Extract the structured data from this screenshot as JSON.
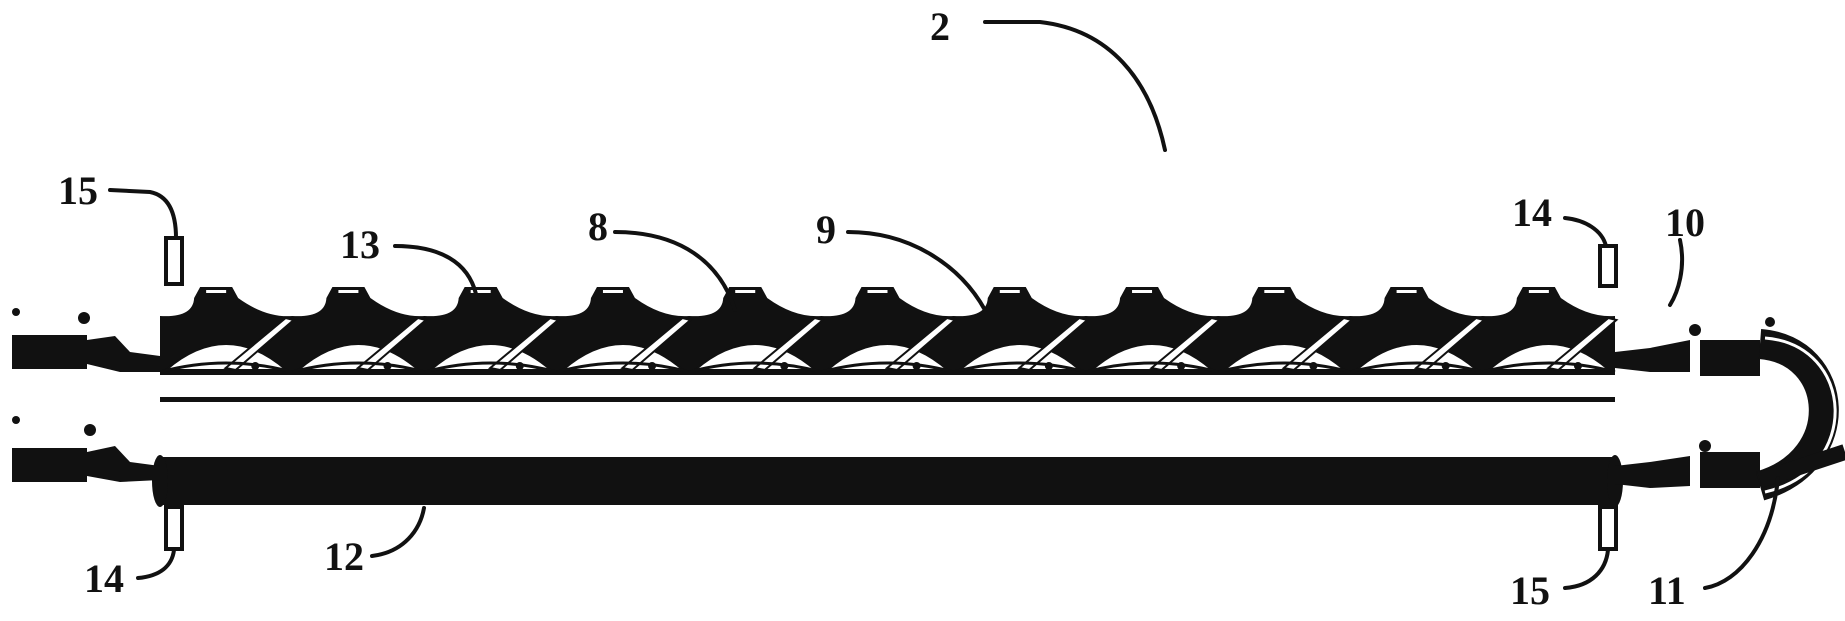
{
  "figure": {
    "labels": {
      "assembly": "2",
      "pipe_a": "8",
      "pipe_b": "9",
      "inlet_right": "10",
      "outlet_right": "11",
      "lower_tube": "12",
      "cap": "13",
      "port_top_right": "14",
      "port_bottom_left": "14",
      "port_top_left": "15",
      "port_bottom_right": "15"
    },
    "ink_color": "#111111",
    "background_color": "#ffffff",
    "repeat_units": 11
  }
}
